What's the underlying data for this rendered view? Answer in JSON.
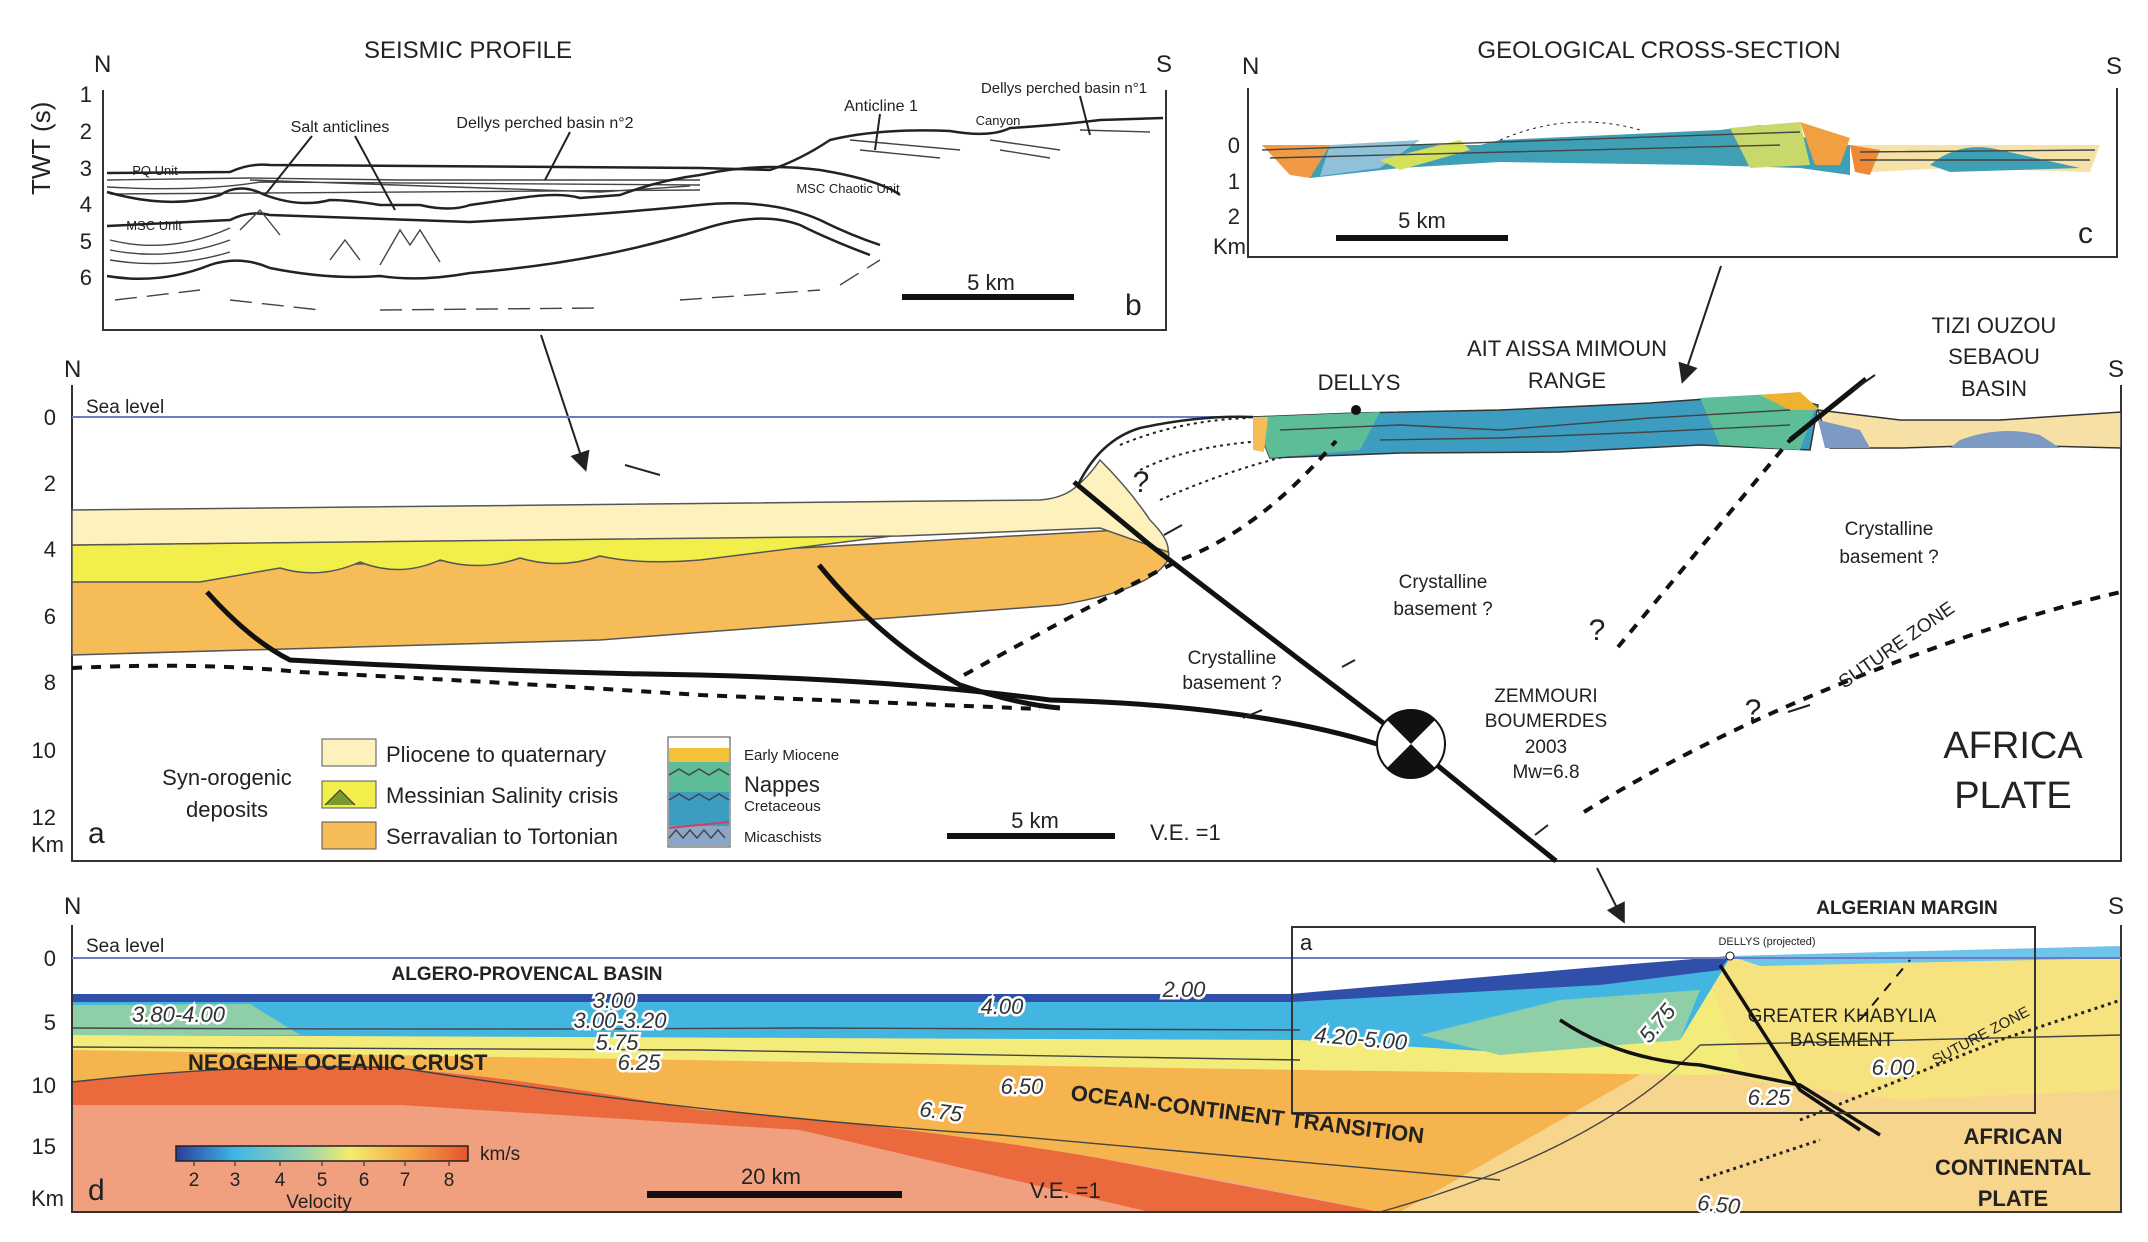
{
  "panel_b": {
    "title": "SEISMIC PROFILE",
    "north": "N",
    "south": "S",
    "axis_label": "TWT (s)",
    "ticks": [
      "1",
      "2",
      "3",
      "4",
      "5",
      "6"
    ],
    "labels": {
      "salt_anticlines": "Salt anticlines",
      "perched_basin_2": "Dellys perched basin n°2",
      "anticline_1": "Anticline 1",
      "perched_basin_1": "Dellys perched basin n°1",
      "canyon": "Canyon",
      "pq_unit": "PQ Unit",
      "msc_unit": "MSC Unit",
      "msc_chaotic": "MSC Chaotic Unit"
    },
    "scale": "5 km",
    "letter": "b"
  },
  "panel_c": {
    "title": "GEOLOGICAL CROSS-SECTION",
    "north": "N",
    "south": "S",
    "ticks": [
      "0",
      "1",
      "2"
    ],
    "unit": "Km",
    "scale": "5 km",
    "letter": "c"
  },
  "panel_a": {
    "north": "N",
    "south": "S",
    "sea_level": "Sea level",
    "ticks": [
      "0",
      "2",
      "4",
      "6",
      "8",
      "10",
      "12"
    ],
    "unit": "Km",
    "letter": "a",
    "labels": {
      "dellys": "DELLYS",
      "ait_aissa_1": "AIT AISSA MIMOUN",
      "ait_aissa_2": "RANGE",
      "tizi_1": "TIZI OUZOU",
      "tizi_2": "SEBAOU",
      "tizi_3": "BASIN",
      "q": "?",
      "crystalline": "Crystalline",
      "basement": "basement ?",
      "suture": "SUTURE ZONE",
      "zemmouri": "ZEMMOURI",
      "boumerdes": "BOUMERDES",
      "year": "2003",
      "magnitude": "Mw=6.8",
      "africa": "AFRICA",
      "plate": "PLATE"
    },
    "legend": {
      "group": [
        "Syn-orogenic",
        "deposits"
      ],
      "items": [
        {
          "label": "Pliocene to quaternary",
          "color": "#fdf2bd"
        },
        {
          "label": "Messinian Salinity crisis",
          "color": "#f2ee4c"
        },
        {
          "label": "Serravalian to Tortonian",
          "color": "#f6bc58"
        }
      ],
      "nappes": {
        "early_miocene": "Early Miocene",
        "nappes": "Nappes",
        "cretaceous": "Cretaceous",
        "micaschists": "Micaschists"
      }
    },
    "scale": "5 km",
    "ve": "V.E. =1"
  },
  "panel_d": {
    "north": "N",
    "south": "S",
    "sea_level": "Sea level",
    "ticks": [
      "0",
      "5",
      "10",
      "15"
    ],
    "unit": "Km",
    "letter": "d",
    "inset_letter": "a",
    "labels": {
      "basin": "ALGERO-PROVENCAL BASIN",
      "margin": "ALGERIAN MARGIN",
      "dellys": "DELLYS (projected)",
      "oceanic_crust": "NEOGENE OCEANIC CRUST",
      "oct": "OCEAN-CONTINENT TRANSITION",
      "khabylia_1": "GREATER KHABYLIA",
      "khabylia_2": "BASEMENT",
      "suture": "SUTURE ZONE",
      "african_1": "AFRICAN",
      "african_2": "CONTINENTAL",
      "african_3": "PLATE"
    },
    "velocities": [
      "3.80-4.00",
      "3.00",
      "3.00-3.20",
      "5.75",
      "6.25",
      "2.00",
      "4.00",
      "4.20-5.00",
      "5.75",
      "6.00",
      "6.25",
      "6.50",
      "6.75",
      "6.50"
    ],
    "colorbar": {
      "unit": "km/s",
      "ticks": [
        "2",
        "3",
        "4",
        "5",
        "6",
        "7",
        "8"
      ],
      "label": "Velocity"
    },
    "scale": "20 km",
    "ve": "V.E. =1"
  },
  "colors": {
    "sea_line": "#6a7cc4",
    "nappes_green": "#5dbd96",
    "nappes_blue": "#3d9dc0",
    "basin_blue": "#2f4fa8",
    "mantle": "#f3a080"
  }
}
